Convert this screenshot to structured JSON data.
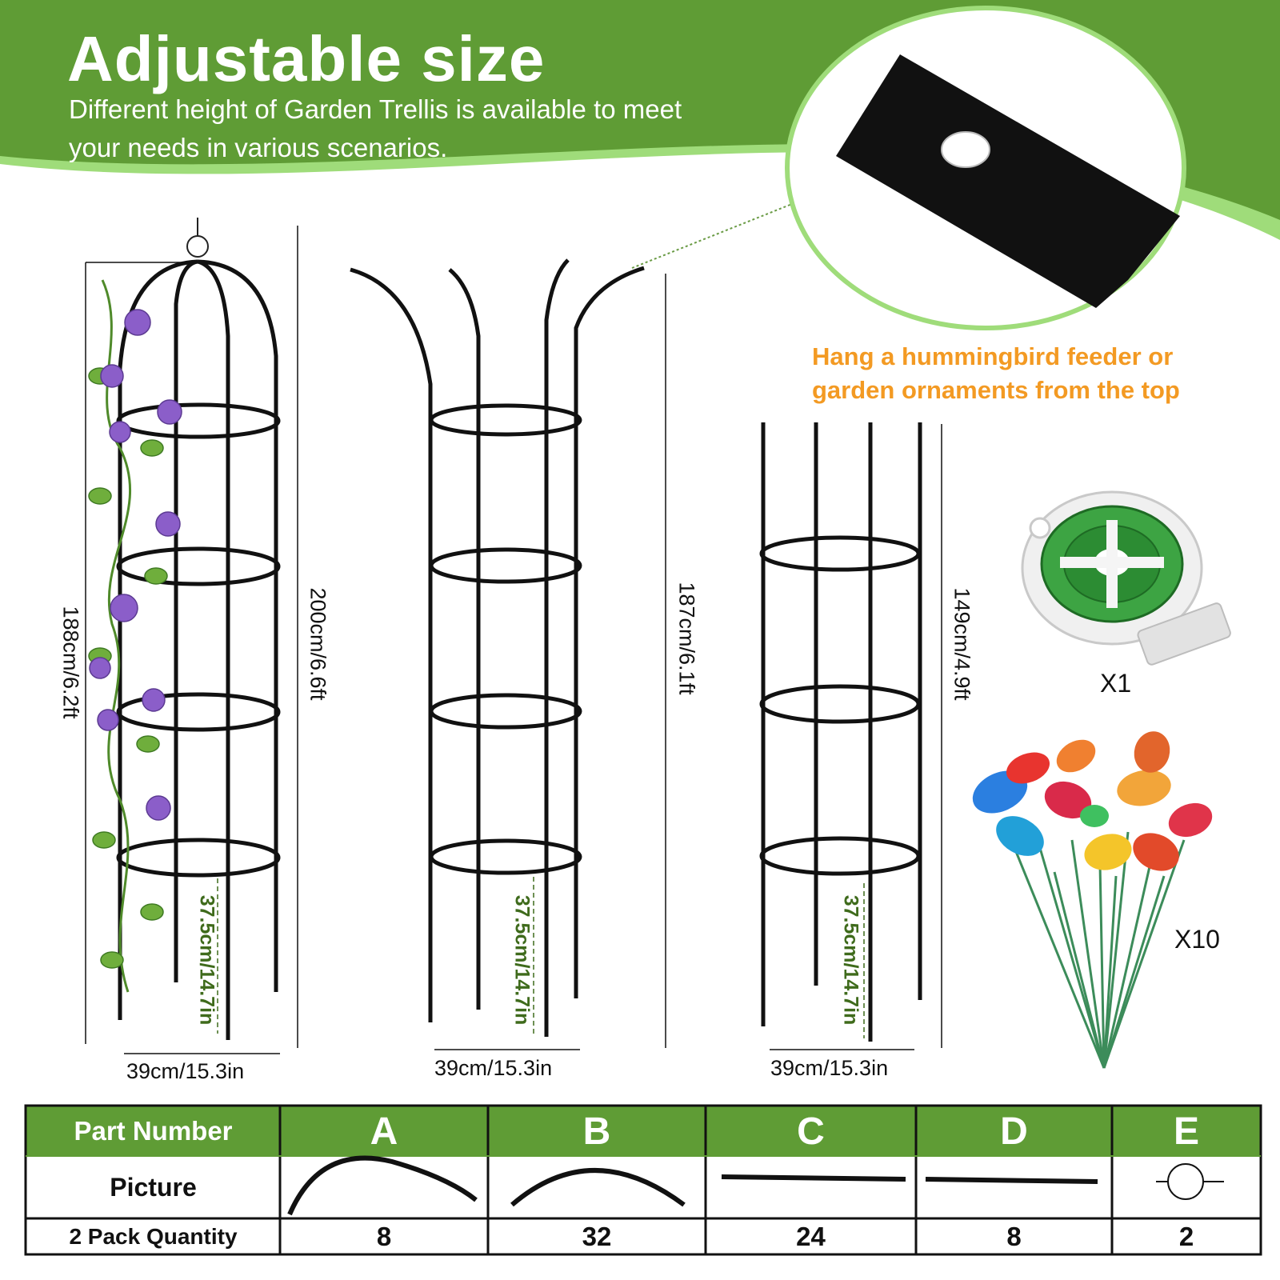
{
  "header": {
    "title": "Adjustable size",
    "subtitle_line1": "Different height of Garden Trellis is available to meet",
    "subtitle_line2": "your needs in various scenarios."
  },
  "callout": {
    "line1": "Hang a hummingbird feeder or",
    "line2": "garden ornaments from the top"
  },
  "trellises": [
    {
      "height_outer": "200cm/6.6ft",
      "height_inner": "188cm/6.2ft",
      "width": "39cm/15.3in",
      "ring_gap": "37.5cm/14.7in"
    },
    {
      "height_outer": "187cm/6.1ft",
      "width": "39cm/15.3in",
      "ring_gap": "37.5cm/14.7in"
    },
    {
      "height_outer": "149cm/4.9ft",
      "width": "39cm/15.3in",
      "ring_gap": "37.5cm/14.7in"
    }
  ],
  "accessories": {
    "wire_qty": "X1",
    "butterfly_qty": "X10"
  },
  "table": {
    "header_label": "Part Number",
    "row_picture_label": "Picture",
    "row_qty_label": "2 Pack Quantity",
    "parts": [
      {
        "letter": "A",
        "qty": "8"
      },
      {
        "letter": "B",
        "qty": "32"
      },
      {
        "letter": "C",
        "qty": "24"
      },
      {
        "letter": "D",
        "qty": "8"
      },
      {
        "letter": "E",
        "qty": "2"
      }
    ]
  },
  "colors": {
    "brand_green": "#5f9c35",
    "light_green": "#9fdc7a",
    "accent_orange": "#f39a23",
    "frame_black": "#111111"
  }
}
